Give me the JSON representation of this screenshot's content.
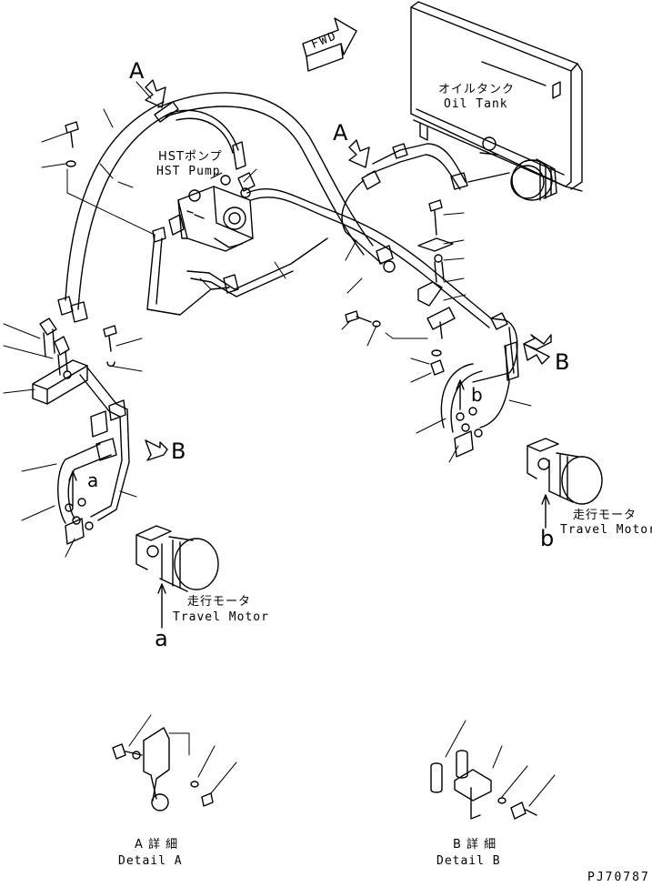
{
  "labels": {
    "fwd": "FWD",
    "oil_tank_jp": "オイルタンク",
    "oil_tank_en": "Oil Tank",
    "hst_pump_jp": "HSTポンプ",
    "hst_pump_en": "HST Pump",
    "view_a": "A",
    "view_b": "B",
    "ref_a": "a",
    "ref_b": "b",
    "travel_motor_jp": "走行モータ",
    "travel_motor_en": "Travel Motor",
    "detail_a_jp": "A 詳 細",
    "detail_a_en": "Detail A",
    "detail_b_jp": "B 詳 細",
    "detail_b_en": "Detail B",
    "drawing_code": "PJ70787"
  }
}
